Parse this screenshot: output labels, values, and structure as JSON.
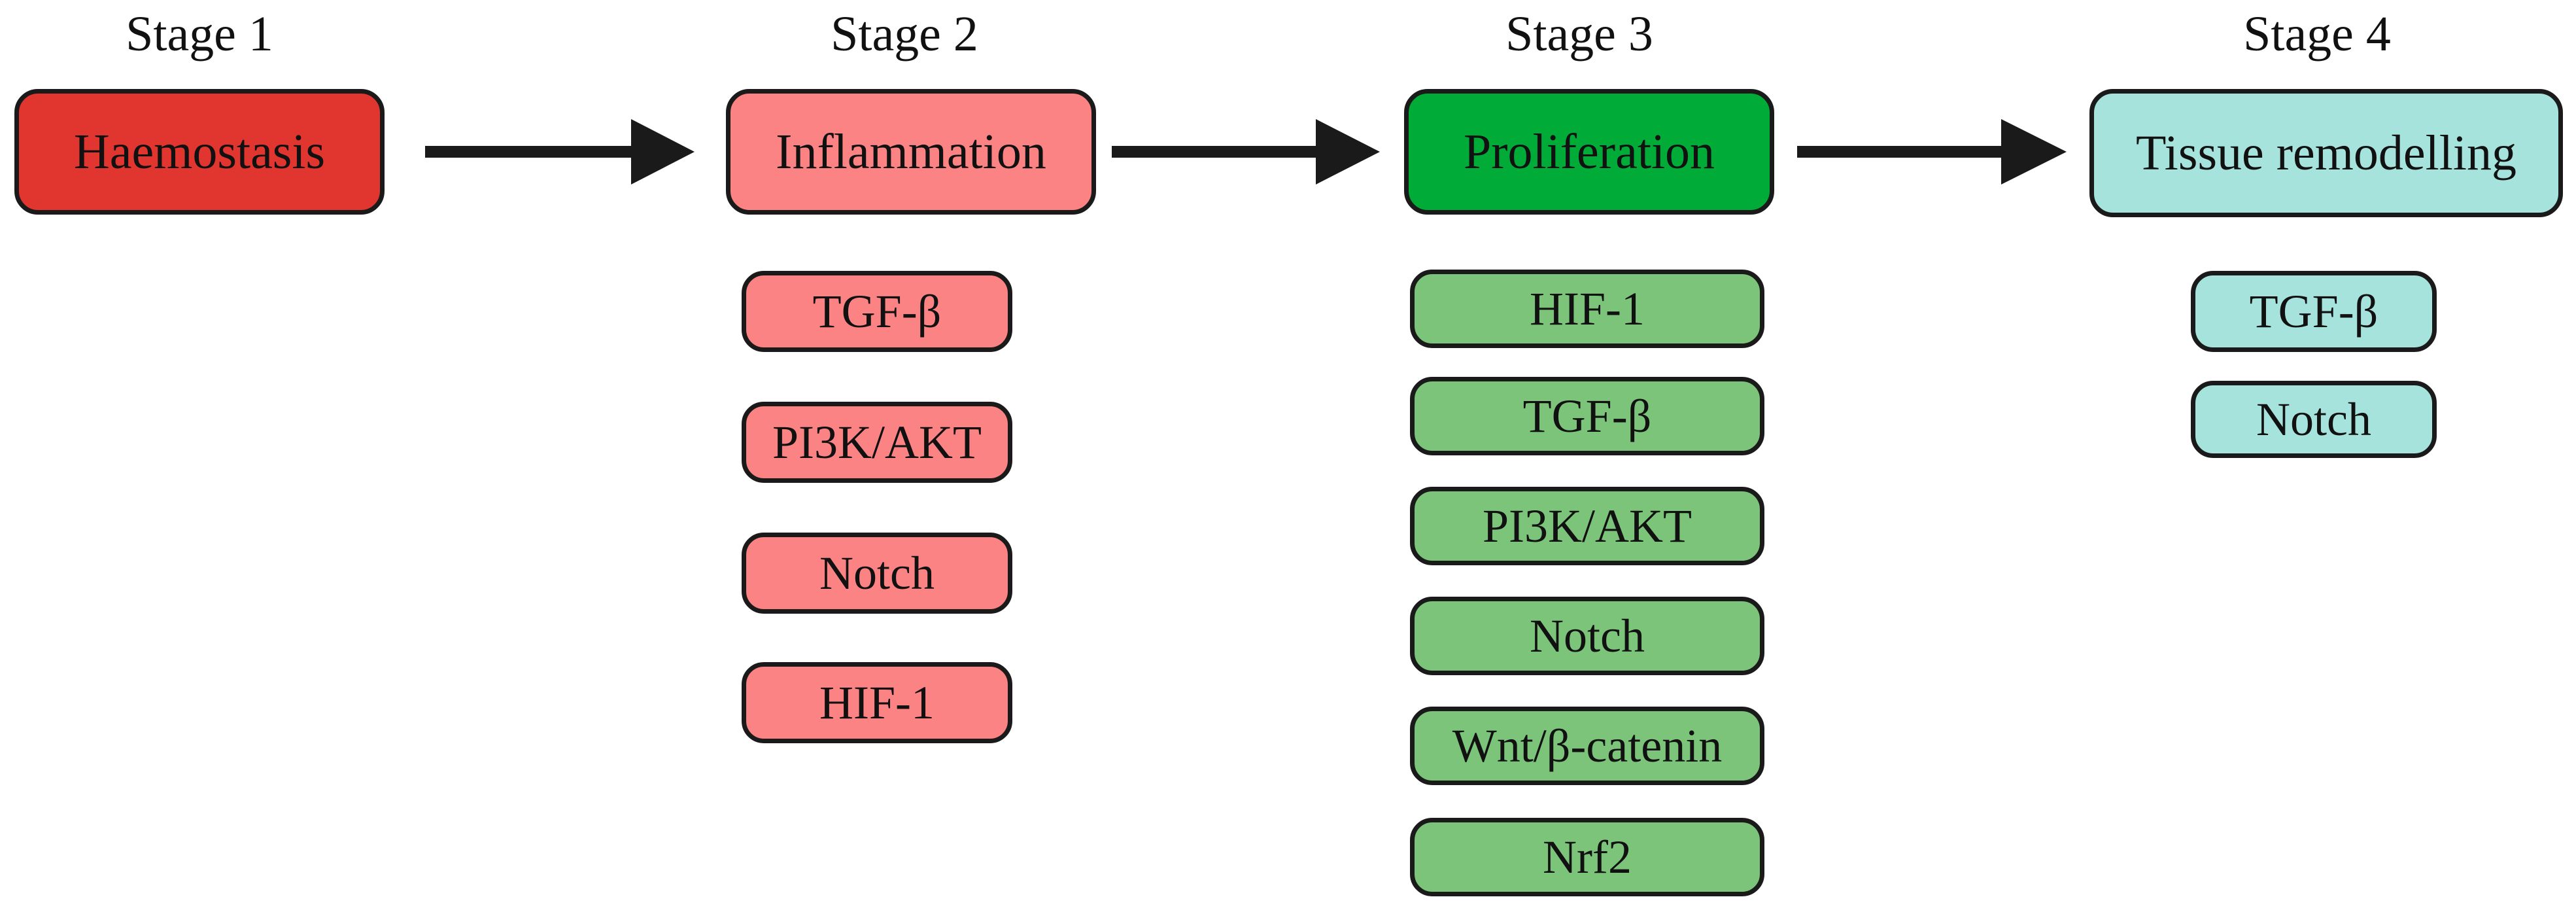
{
  "colors": {
    "stage1_fill": "#e1352f",
    "stage2_fill": "#fb8384",
    "stage3_fill": "#00ab38",
    "stage3_pathway_fill": "#7cc47a",
    "stage4_fill": "#a6e3dd",
    "stroke": "#1a1a1a"
  },
  "stages": [
    {
      "label": "Stage 1",
      "name": "Haemostasis",
      "pathways": []
    },
    {
      "label": "Stage 2",
      "name": "Inflammation",
      "pathways": [
        "TGF-β",
        "PI3K/AKT",
        "Notch",
        "HIF-1"
      ]
    },
    {
      "label": "Stage 3",
      "name": "Proliferation",
      "pathways": [
        "HIF-1",
        "TGF-β",
        "PI3K/AKT",
        "Notch",
        "Wnt/β-catenin",
        "Nrf2"
      ]
    },
    {
      "label": "Stage 4",
      "name": "Tissue remodelling",
      "pathways": [
        "TGF-β",
        "Notch"
      ]
    }
  ]
}
